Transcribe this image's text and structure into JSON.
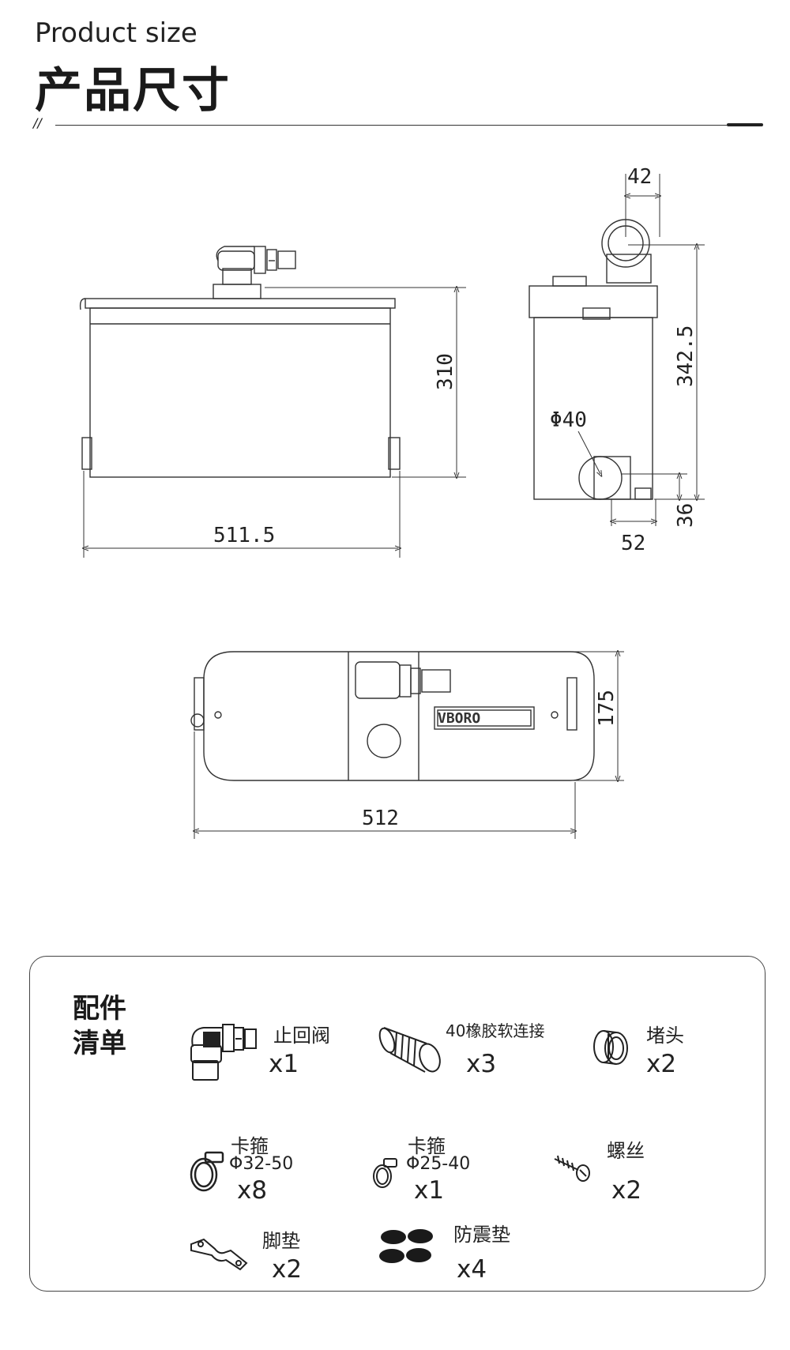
{
  "header": {
    "title_en": "Product size",
    "title_cn": "产品尺寸",
    "mark": "//"
  },
  "dimensions": {
    "front_width": "511.5",
    "front_height": "310",
    "side_top": "42",
    "side_height": "342.5",
    "side_inlet": "Φ40",
    "side_bottom_w": "52",
    "side_bottom_h": "36",
    "top_width": "512",
    "top_depth": "175",
    "brand": "VBORO"
  },
  "accessories": {
    "title_line1": "配件",
    "title_line2": "清单",
    "items": [
      {
        "name": "止回阀",
        "qty": "x1"
      },
      {
        "name": "40橡胶软连接",
        "qty": "x3"
      },
      {
        "name": "堵头",
        "qty": "x2"
      },
      {
        "name": "卡箍",
        "spec": "Φ32-50",
        "qty": "x8"
      },
      {
        "name": "卡箍",
        "spec": "Φ25-40",
        "qty": "x1"
      },
      {
        "name": "螺丝",
        "qty": "x2"
      },
      {
        "name": "脚垫",
        "qty": "x2"
      },
      {
        "name": "防震垫",
        "qty": "x4"
      }
    ]
  }
}
